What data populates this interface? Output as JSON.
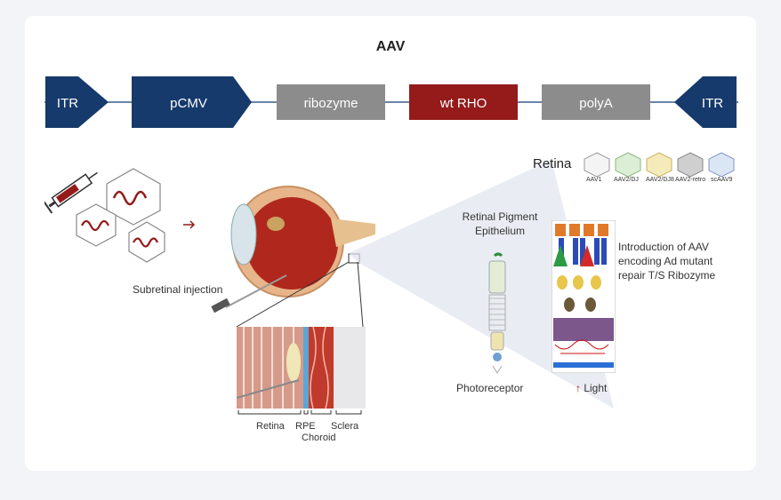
{
  "title": "AAV",
  "construct": [
    {
      "label": "ITR",
      "color": "#163a6b"
    },
    {
      "label": "pCMV",
      "color": "#163a6b"
    },
    {
      "label": "ribozyme",
      "color": "#8c8c8c"
    },
    {
      "label": "wt RHO",
      "color": "#951a1a"
    },
    {
      "label": "polyA",
      "color": "#8c8c8c"
    },
    {
      "label": "ITR",
      "color": "#163a6b"
    }
  ],
  "serotypes": {
    "heading": "Retina",
    "items": [
      "AAV1",
      "AAV2/DJ",
      "AAV2/DJ8",
      "AAV2-retro",
      "scAAV9"
    ]
  },
  "labels": {
    "subretinal": "Subretinal injection",
    "rpe_title": "Retinal Pigment\nEpithelium",
    "photoreceptor": "Photoreceptor",
    "light": "Light",
    "introduction": "Introduction of AAV\nencoding Ad mutant\nrepair T/S Ribozyme",
    "layer_retina": "Retina",
    "layer_rpe": "RPE",
    "layer_choroid": "Choroid",
    "layer_sclera": "Sclera"
  },
  "icons": {
    "syringe": "syringe-icon",
    "virus": "aav-capsid-icon",
    "arrow": "right-arrow-icon",
    "light_arrow": "up-arrow-icon"
  }
}
